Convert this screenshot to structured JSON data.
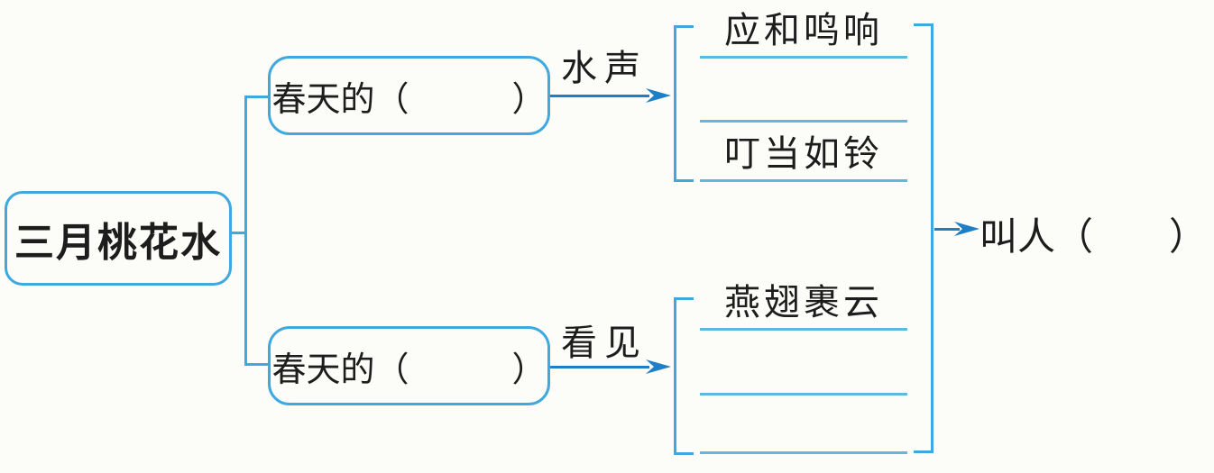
{
  "colors": {
    "line_blue": "#3fa8e0",
    "underline_blue": "#5bbade",
    "arrow_blue": "#1e7ec6",
    "text_black": "#1d1d1d"
  },
  "root": {
    "label": "三月桃花水"
  },
  "branch_sound": {
    "box_label": "春天的（　　　）",
    "arrow_label": "水声",
    "items": [
      "应和鸣响",
      "",
      "叮当如铃"
    ]
  },
  "branch_sight": {
    "box_label": "春天的（　　　）",
    "arrow_label": "看见",
    "items": [
      "燕翅裹云",
      "",
      ""
    ]
  },
  "result": {
    "label": "叫人（　　）"
  }
}
